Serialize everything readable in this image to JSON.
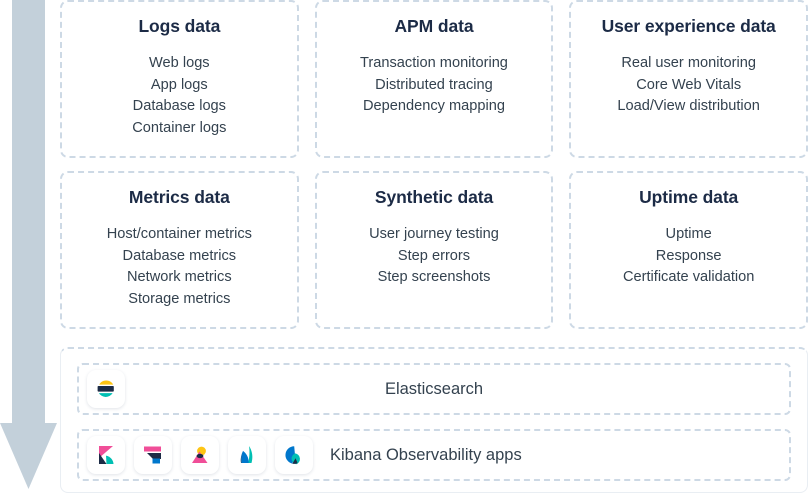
{
  "theme": {
    "arrow_color": "#c3d0da",
    "card_border": "#cdd9e5",
    "title_color": "#1c2b46",
    "body_color": "#34424f",
    "panel_bg": "#ffffff"
  },
  "flow_arrow": {
    "name": "downward-flow-arrow",
    "direction": "down"
  },
  "cards": [
    {
      "title": "Logs data",
      "items": [
        "Web logs",
        "App logs",
        "Database logs",
        "Container logs"
      ]
    },
    {
      "title": "APM data",
      "items": [
        "Transaction monitoring",
        "Distributed tracing",
        "Dependency mapping"
      ]
    },
    {
      "title": "User experience data",
      "items": [
        "Real user monitoring",
        "Core Web Vitals",
        "Load/View distribution"
      ]
    },
    {
      "title": "Metrics data",
      "items": [
        "Host/container metrics",
        "Database metrics",
        "Network metrics",
        "Storage metrics"
      ]
    },
    {
      "title": "Synthetic data",
      "items": [
        "User journey testing",
        "Step errors",
        "Step screenshots"
      ]
    },
    {
      "title": "Uptime data",
      "items": [
        "Uptime",
        "Response",
        "Certificate validation"
      ]
    }
  ],
  "stack": {
    "elasticsearch": {
      "label": "Elasticsearch",
      "icon": "elasticsearch-logo-icon"
    },
    "kibana": {
      "label": "Kibana Observability apps",
      "icons": [
        "kibana-logo-icon",
        "logs-app-icon",
        "metrics-app-icon",
        "apm-app-icon",
        "uptime-app-icon"
      ]
    }
  }
}
